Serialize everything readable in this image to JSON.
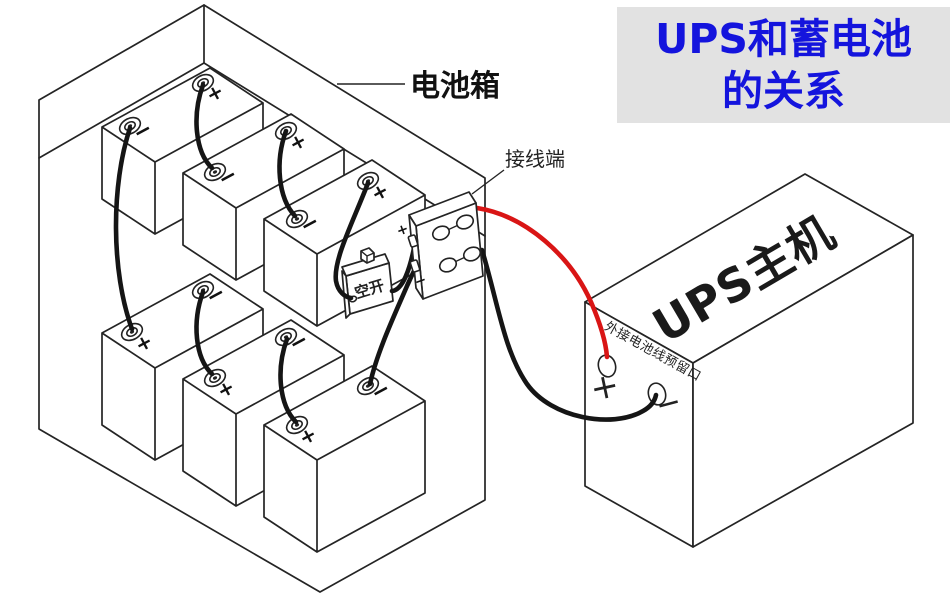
{
  "title": {
    "line1": "UPS和蓄电池",
    "line2": "的关系",
    "text_color": "#1414dd",
    "bg_color": "#e2e2e2"
  },
  "labels": {
    "battery_box": "电池箱",
    "terminal_block": "接线端",
    "breaker": "空开",
    "ups_unit": "UPS主机",
    "ups_port": "外接电池线预留口",
    "plus": "+",
    "minus": "−"
  },
  "colors": {
    "line": "#242424",
    "wire_black": "#151515",
    "wire_red": "#d91515",
    "background": "#ffffff"
  },
  "system": {
    "battery_count": 6,
    "battery_rows": 2,
    "wiring": "Six batteries wired in series inside the battery box; chain runs through an air breaker to a terminal block, then red (+) and black (−) cables to the UPS external battery port.",
    "connections": [
      "battery1 + → battery2 −",
      "battery2 + → battery3 −",
      "battery1 − → battery4 +",
      "battery4 − → battery5 +",
      "battery5 − → battery6 +",
      "battery3 + → breaker (空开)",
      "breaker → terminal block +",
      "battery6 − → terminal block −",
      "terminal block → red wire → UPS + port",
      "terminal block → black wire → UPS − port"
    ]
  }
}
